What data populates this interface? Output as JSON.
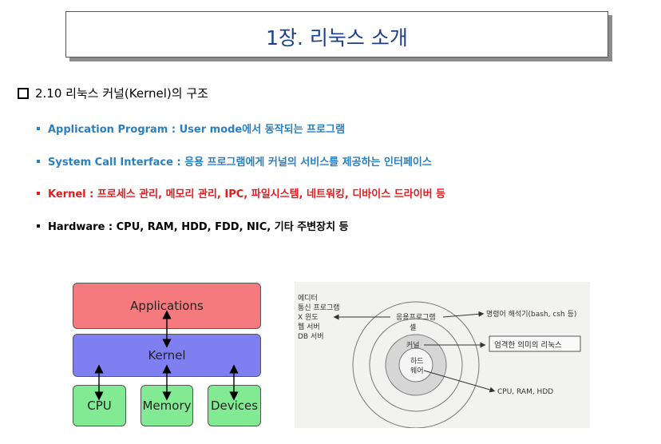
{
  "title": "1장. 리눅스 소개",
  "section_heading": "2.10 리눅스 커널(Kernel)의 구조",
  "bullets": [
    {
      "text": "Application Program : User mode에서 동작되는 프로그램",
      "color": "#2a7fc0"
    },
    {
      "text": "System Call Interface : 응용 프로그램에게 커널의 서비스를 제공하는 인터페이스",
      "color": "#2a7fc0"
    },
    {
      "text": "Kernel : 프로세스 관리, 메모리 관리, IPC, 파일시스템, 네트워킹, 디바이스 드라이버 등",
      "color": "#e21c1c"
    },
    {
      "text": "Hardware : CPU, RAM, HDD, FDD, NIC, 기타 주변장치 등",
      "color": "#000000"
    }
  ],
  "diagram": {
    "applications": "Applications",
    "kernel": "Kernel",
    "cpu": "CPU",
    "memory": "Memory",
    "devices": "Devices"
  },
  "figure": {
    "app_list": [
      "에디터",
      "통신 프로그램",
      "X 윈도",
      "웹 서버",
      "DB 서버"
    ],
    "ring_app": "응용프로그램",
    "ring_shell": "셸",
    "ring_kernel": "커널",
    "hw_line1": "하드",
    "hw_line2": "웨어",
    "label_shell": "명령어 해석기(bash, csh 등)",
    "label_kernel": "엄격한 의미의 리눅스",
    "label_hw": "CPU, RAM, HDD"
  }
}
